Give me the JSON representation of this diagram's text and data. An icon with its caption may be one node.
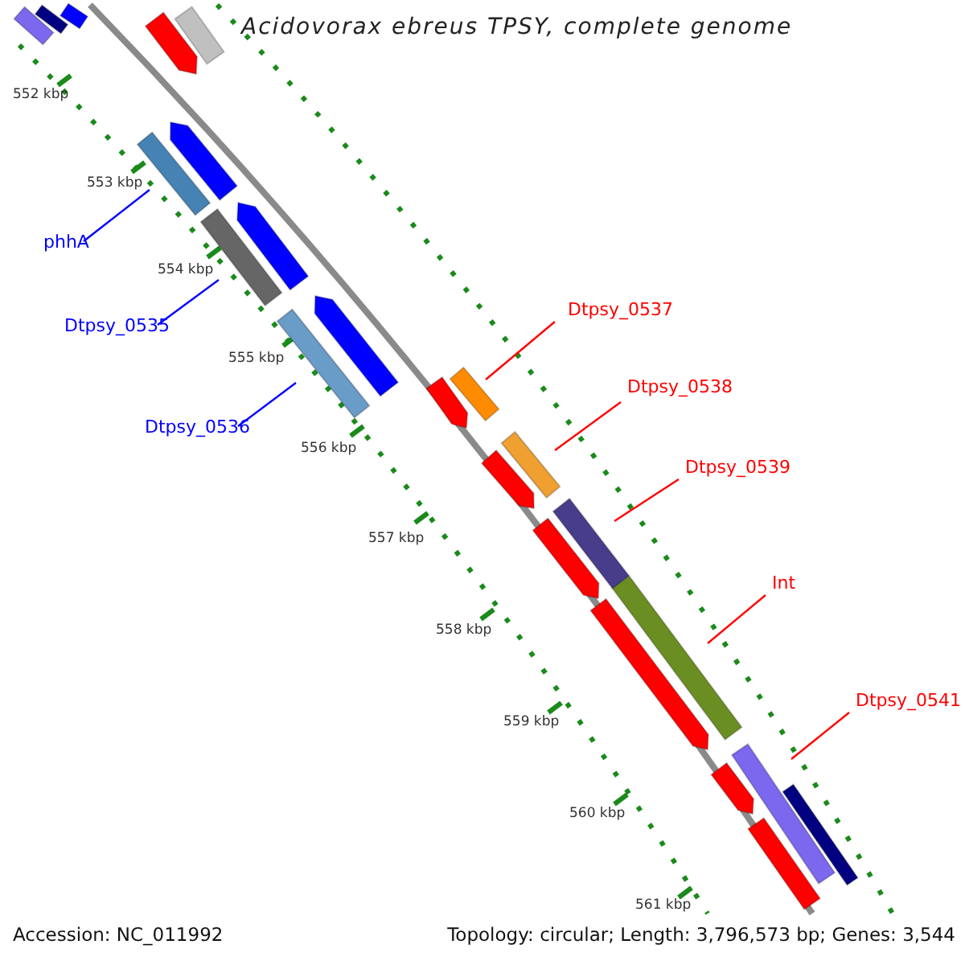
{
  "diagram": {
    "title": "Acidovorax ebreus TPSY, complete genome",
    "nodes": [
      {
        "text": [
          "phhA"
        ]
      },
      {
        "text": [
          "Dtpsy_0535"
        ]
      },
      {
        "text": [
          "Dtpsy_0536"
        ]
      },
      {
        "text": [
          "Dtpsy_0537"
        ]
      },
      {
        "text": [
          "Dtpsy_0538"
        ]
      },
      {
        "text": [
          "Dtpsy_0539"
        ]
      },
      {
        "text": [
          "Int"
        ]
      },
      {
        "text": [
          "Dtpsy_0541"
        ]
      },
      {
        "text": [],
        "shape": "bar"
      },
      {
        "text": [],
        "shape": "bar"
      },
      {
        "text": [],
        "shape": "bar"
      },
      {
        "text": [],
        "shape": "bar"
      },
      {
        "text": [],
        "shape": "bar"
      },
      {
        "text": [],
        "shape": "bar"
      },
      {
        "text": [],
        "shape": "bar"
      },
      {
        "text": [],
        "shape": "bar"
      },
      {
        "text": [],
        "shape": "bar"
      },
      {
        "text": [],
        "shape": "bar"
      },
      {
        "text": [],
        "shape": "bar"
      },
      {
        "text": [],
        "shape": "bar"
      },
      {
        "text": [],
        "shape": "bar"
      },
      {
        "text": [],
        "shape": "bar"
      },
      {
        "text": [],
        "shape": "bar"
      },
      {
        "text": [],
        "shape": "bar"
      },
      {
        "text": [],
        "shape": "bar"
      },
      {
        "text": [],
        "shape": "bar"
      },
      {
        "text": [],
        "shape": "bar"
      },
      {
        "text": [],
        "shape": "bar"
      },
      {
        "text": [],
        "shape": "bar"
      },
      {
        "text": [],
        "shape": "bar"
      },
      {
        "text": [],
        "shape": "bar"
      }
    ],
    "edges": [
      {
        "from": 0,
        "to": 8,
        "arrow": "none",
        "color": "#0000ff"
      },
      {
        "from": 1,
        "to": 9,
        "arrow": "none",
        "color": "#0000ff"
      },
      {
        "from": 2,
        "to": 10,
        "arrow": "none",
        "color": "#0000ff"
      },
      {
        "from": 3,
        "to": 11,
        "arrow": "none"
      },
      {
        "from": 4,
        "to": 12,
        "arrow": "none"
      },
      {
        "from": 5,
        "to": 13,
        "arrow": "none"
      },
      {
        "from": 6,
        "to": 14,
        "arrow": "none"
      },
      {
        "from": 7,
        "to": 15,
        "arrow": "none"
      }
    ],
    "labels": [
      "552 kbp",
      "553 kbp",
      "554 kbp",
      "555 kbp",
      "556 kbp",
      "557 kbp",
      "558 kbp",
      "559 kbp",
      "560 kbp",
      "561 kbp",
      "Accession: NC_011992",
      "Topology: circular; Length: 3,796,573 bp; Genes: 3,544"
    ]
  }
}
